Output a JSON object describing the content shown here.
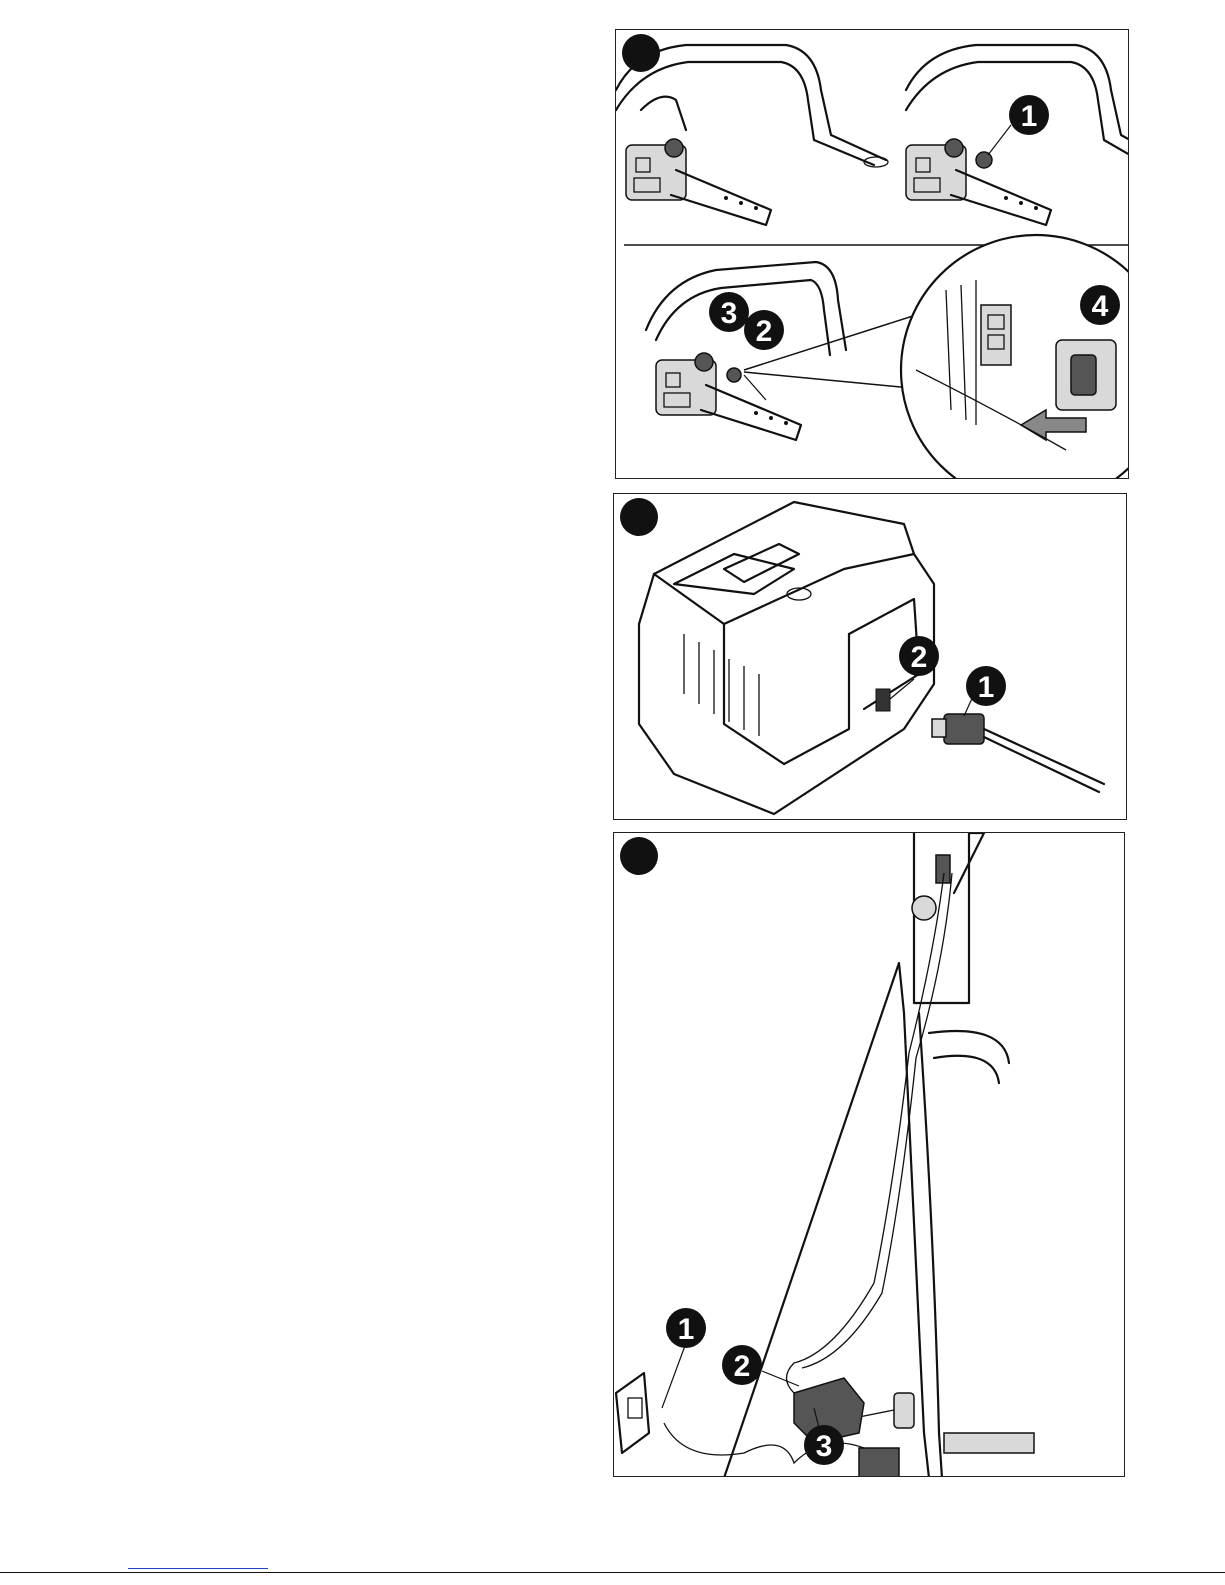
{
  "figures": [
    {
      "id": "fig-a",
      "callouts": {
        "c1": "1",
        "c2": "2",
        "c3": "3",
        "c4": "4"
      }
    },
    {
      "id": "fig-b",
      "callouts": {
        "c1": "1",
        "c2": "2"
      }
    },
    {
      "id": "fig-c",
      "callouts": {
        "c1": "1",
        "c2": "2",
        "c3": "3"
      }
    }
  ]
}
